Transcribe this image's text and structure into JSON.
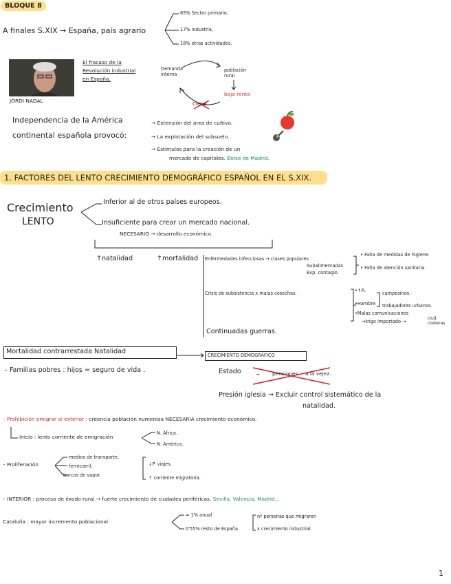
{
  "bloque": "BLOQUE 8",
  "intro": {
    "left": "A finales S.XIX → España, país agrario",
    "b1": "65% Sector primario,",
    "b2": "17% industria,",
    "b3": "18% otras actividades."
  },
  "nadal": {
    "name": "JORDI NADAL",
    "book_l1": "El fracaso de la",
    "book_l2": "Revolución industrial",
    "book_l3": "en España.",
    "cycle_demanda": "Demanda interna",
    "cycle_poblacion": "población rural",
    "cycle_baja": "baja renta",
    "cycle_crossed": "Crecer"
  },
  "indep": {
    "l1": "Independencia de la América",
    "l2": "continental española provocó:",
    "r1": "→ Extensión del área de cultivo.",
    "r2": "→ La explotación del subsuelo.",
    "r3": "→ Estímulos para la creación de un",
    "r4": "mercado de capitales.",
    "r4_green": "Bolsa de Madrid."
  },
  "section1": "1. FACTORES DEL LENTO CRECIMIENTO DEMOGRÁFICO ESPAÑOL EN EL S.XIX.",
  "crec": {
    "title1": "Crecimiento",
    "title2": "LENTO",
    "b1": "Inferior al de otros países europeos.",
    "b2": "Insuficiente para crear un mercado nacional.",
    "b3": "NECESARIO → desarrollo económico."
  },
  "nat": {
    "natalidad": "↑natalidad",
    "mortalidad": "↑mortalidad",
    "enf": "Enfermedades infecciosas → clases populares",
    "subal": "Subalimentadas",
    "exp": "Exp. contagio",
    "falta1": "• Falta de medidas de higiene.",
    "falta2": "• Falta de atención sanitaria.",
    "crisis": "Crisis de subsistencia x malas cosechas.",
    "p1": "•↑Pₓ",
    "p2": "•Hambre",
    "p3": "•Malas comunicaciones",
    "p4": "→trigo importado →",
    "p4b": "ciud. costeras",
    "camp": "campesinos.",
    "trab": "trabajadores urbanos.",
    "guerras": "Continuadas guerras."
  },
  "mort": {
    "box": "Mortalidad contrarrestada Natalidad",
    "arrow_box": "CRECIMIENTO DEMOGRÁFICO",
    "familias": "– Familias pobres : hijos = seguro de vida .",
    "estado": "Estado",
    "pensiones": "pensiones",
    "vejez": "a la vejez.",
    "presion": "Presión iglesia → Excluir control sistemático de la",
    "presion2": "natalidad."
  },
  "prohib": {
    "red": "– Prohibición emigrar al exterior :",
    "rest": "creencia población numerosa NECESARIA crecimiento económico.",
    "inicio": "Inicio : lento corriente de emigración",
    "n1": "N. África.",
    "n2": "N. América."
  },
  "prolif": {
    "label": "– Proliferación",
    "a1": "medios de transporte,",
    "a2": "ferrocarril,",
    "a3": "barcos de vapor.",
    "r1": "↓P. viajes.",
    "r2": "↑ corriente migratoria."
  },
  "interior": {
    "text": "– INTERIOR : proceso de éxodo rural → fuerte crecimiento de ciudades periféricas.",
    "green": "Sevilla, Valencia, Madrid..."
  },
  "cat": {
    "label": "Cataluña : mayor incremento poblacional",
    "a1": "≃ 1% anual",
    "a2": "0'55% resto de España.",
    "r1": "nº personas que migraron",
    "r2": "x crecimiento industrial."
  },
  "page_number": "1",
  "colors": {
    "highlight": "#ffe08a",
    "red": "#d4232a",
    "green": "#14896a"
  }
}
